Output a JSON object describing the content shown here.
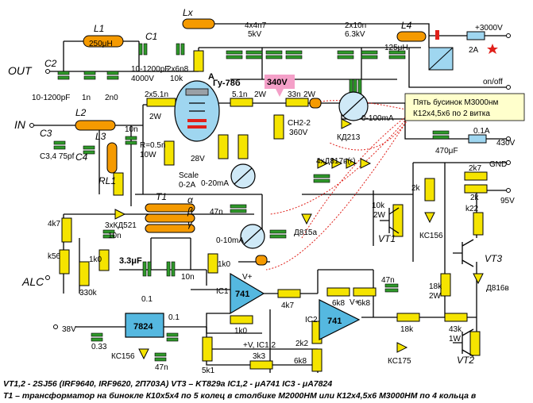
{
  "colors": {
    "resistor": "#f5e400",
    "capacitor": "#2f9a2a",
    "inductor": "#f59a00",
    "meter": "#cfe9f7",
    "ic_body": "#55b8e0",
    "voltage_badge": "#f4a0c8",
    "note_box": "#ffffcc",
    "bead_links": "#e0201a"
  },
  "labels": {
    "out": "OUT",
    "in": "IN",
    "alc": "ALC",
    "plus_3000v": "+3000V",
    "on_off": "on/off",
    "fuse_2a": "2A",
    "fuse_01a": "0.1A",
    "v430": "430V",
    "v95": "95V",
    "gnd": "GND",
    "tube": "Гу-78б",
    "badge_340v": "340V",
    "note_line1": "Пять бусинок М3000нм",
    "note_line2": "К12х4,5х6 по 2 витка",
    "l1": "L1",
    "l1_val": "250μH",
    "c1": "C1",
    "c1_val1": "10-1200pF",
    "c1_val2": "4000V",
    "c2": "C2",
    "c2_val": "10-1200pF",
    "c_1n": "1n",
    "c_2n0": "2n0",
    "c_2x6n8": "2x6n8",
    "r_10k": "10k",
    "lx": "Lx",
    "point_a": "A",
    "c_4x4n7": "4x4n7",
    "c_5kv": "5kV",
    "c_2x10n": "2x10n",
    "c_63kv": "6.3kV",
    "l4": "L4",
    "l4_val": "125μH",
    "l2": "L2",
    "c3": "C3",
    "c3_val": "C3,4 75pf",
    "c4": "C4",
    "l3": "L3",
    "rl1": "RL1",
    "c_10n_a": "10n",
    "r_2x51n": "2x5.1n",
    "r_2w": "2W",
    "r_05": "R=0.5n",
    "r_10w": "10W",
    "v28": "28V",
    "scale": "Scale",
    "scale_range": "0-2A",
    "r_51": "5.1n",
    "r_51_2w": "2W",
    "r_33": "33n",
    "r_33_2w": "2W",
    "ch22": "CH2-2",
    "v360": "360V",
    "kd213": "КД213",
    "meter_100": "0-100mA",
    "meter_20": "0-20mA",
    "meter_10": "0-10mA",
    "c_470": "470μF",
    "d817": "4хД817в(г)",
    "d815": "Д815а",
    "r_2k_a": "2k",
    "r_10k_b": "10k",
    "r_2w_b": "2W",
    "vt1": "VT1",
    "kc156": "КС156",
    "r_2k7": "2k7",
    "r_2k": "2k",
    "r_k22": "k22",
    "t1": "T1",
    "alpha": "α",
    "beta": "β",
    "gamma": "γ",
    "r_4k7": "4k7",
    "kd521": "3хКД521",
    "c_10n_b": "10n",
    "c_47n": "47n",
    "r_k56": "k56",
    "r_1k0": "1k0",
    "r_330k": "330k",
    "c_33u": "3.3μF",
    "c_01": "0.1",
    "c_10n_c": "10n",
    "r_1k0_b": "1k0",
    "ic1_label": "IC1",
    "op741": "741",
    "r_1k0_c": "1k0",
    "r_4k7_b": "4k7",
    "r_6k8": "6k8",
    "r_6k8_b": "6k8",
    "ic2_label": "IC2",
    "r_2k2": "2k2",
    "r_6k8_c": "6k8",
    "r_3k3": "3k3",
    "c_47n_b": "47n",
    "kc175": "КС175",
    "r_18k": "18k",
    "r_18k_2w": "2W",
    "r_18k_b": "18k",
    "r_43k": "43k",
    "r_1w": "1W",
    "vt2": "VT2",
    "vt3": "VT3",
    "d816": "Д816в",
    "v38": "38V",
    "reg7824": "7824",
    "c_033": "0.33",
    "c_01b": "0.1",
    "c_47n_c": "47n",
    "kc156_b": "КС156",
    "r_5k1": "5k1",
    "vic": "+V, IC1,2",
    "vplus": "V+"
  },
  "footer": {
    "line1": "VT1,2 - 2SJ56 (IRF9640, IRF9620, 2П703А)          VT3 – KT829a                IC1,2 - μA741                  IC3 - μA7824",
    "line2": "T1 – трансформатор на бинокле К10х5х4 по 5 колец в столбике М2000НМ или К12х4,5х6 М3000НМ по 4 кольца в"
  }
}
